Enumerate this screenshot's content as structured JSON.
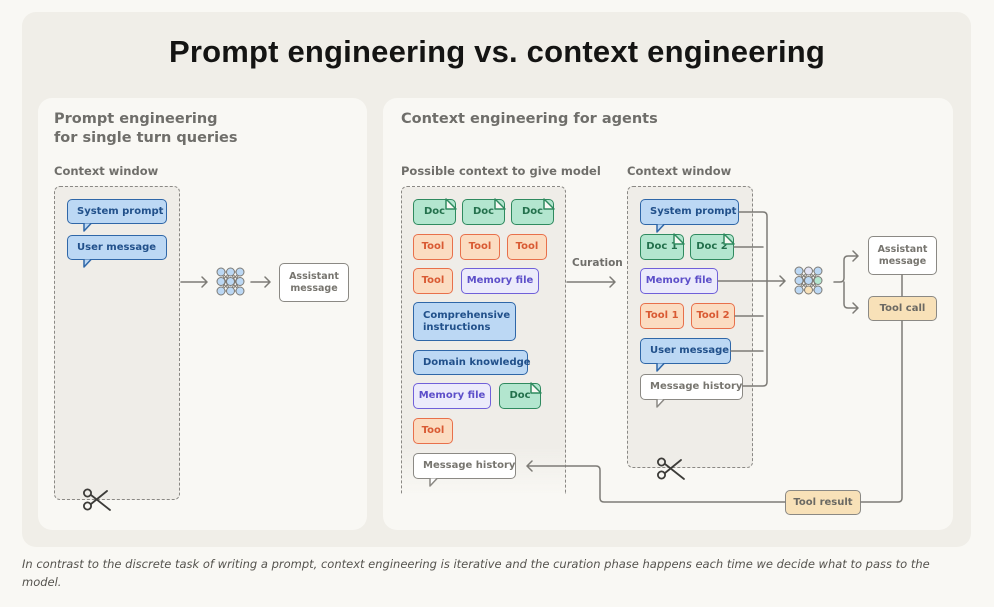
{
  "title": "Prompt engineering vs. context engineering",
  "left_panel": {
    "heading_line1": "Prompt engineering",
    "heading_line2": "for single turn queries",
    "context_window_label": "Context window",
    "context_items": [
      {
        "label": "System prompt",
        "type": "system-prompt",
        "color": "blue"
      },
      {
        "label": "User message",
        "type": "user-message",
        "color": "blue"
      }
    ],
    "model_icon": "neural-network-icon",
    "output": "Assistant message",
    "output_line1": "Assistant",
    "output_line2": "message",
    "truncate_icon": "scissors-icon"
  },
  "right_panel": {
    "heading": "Context engineering for agents",
    "possible_context": {
      "label": "Possible context to give model",
      "items": [
        {
          "label": "Doc",
          "type": "doc",
          "color": "green"
        },
        {
          "label": "Doc",
          "type": "doc",
          "color": "green"
        },
        {
          "label": "Doc",
          "type": "doc",
          "color": "green"
        },
        {
          "label": "Tool",
          "type": "tool",
          "color": "orange"
        },
        {
          "label": "Tool",
          "type": "tool",
          "color": "orange"
        },
        {
          "label": "Tool",
          "type": "tool",
          "color": "orange"
        },
        {
          "label": "Tool",
          "type": "tool",
          "color": "orange"
        },
        {
          "label": "Memory file",
          "type": "memory-file",
          "color": "purple"
        },
        {
          "label": "Comprehensive instructions",
          "line1": "Comprehensive",
          "line2": "instructions",
          "type": "instructions",
          "color": "blue"
        },
        {
          "label": "Domain knowledge",
          "type": "domain-knowledge",
          "color": "blue"
        },
        {
          "label": "Memory file",
          "type": "memory-file",
          "color": "purple"
        },
        {
          "label": "Doc",
          "type": "doc",
          "color": "green"
        },
        {
          "label": "Tool",
          "type": "tool",
          "color": "orange"
        },
        {
          "label": "Message history",
          "type": "message-history",
          "color": "white"
        }
      ]
    },
    "curation_label": "Curation",
    "context_window": {
      "label": "Context window",
      "items": [
        {
          "label": "System prompt",
          "type": "system-prompt",
          "color": "blue"
        },
        {
          "label": "Doc 1",
          "type": "doc",
          "color": "green"
        },
        {
          "label": "Doc 2",
          "type": "doc",
          "color": "green"
        },
        {
          "label": "Memory file",
          "type": "memory-file",
          "color": "purple"
        },
        {
          "label": "Tool 1",
          "type": "tool",
          "color": "orange"
        },
        {
          "label": "Tool 2",
          "type": "tool",
          "color": "orange"
        },
        {
          "label": "User message",
          "type": "user-message",
          "color": "blue"
        },
        {
          "label": "Message history",
          "type": "message-history",
          "color": "white"
        }
      ]
    },
    "model_icon": "neural-network-icon",
    "outputs": {
      "assistant_line1": "Assistant",
      "assistant_line2": "message",
      "tool_call": "Tool call",
      "tool_result": "Tool result"
    },
    "truncate_icon": "scissors-icon"
  },
  "colors": {
    "blue": "#bcd8f4",
    "green": "#b3e6cf",
    "orange": "#fbdcc1",
    "purple": "#ecebfb",
    "tan": "#f8e1b8",
    "line": "#7d7b76"
  },
  "caption": "In contrast to the discrete task of writing a prompt, context engineering is iterative and the curation phase happens each time we decide what to pass to the model."
}
